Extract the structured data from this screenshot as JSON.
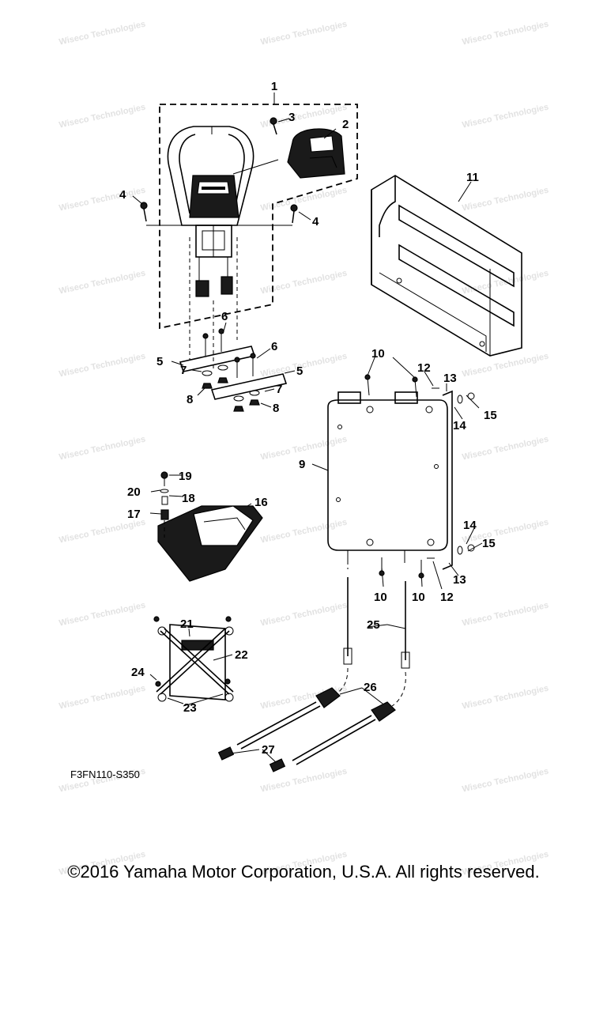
{
  "callouts": [
    {
      "id": "1",
      "label": "1"
    },
    {
      "id": "2",
      "label": "2"
    },
    {
      "id": "3",
      "label": "3"
    },
    {
      "id": "4a",
      "label": "4"
    },
    {
      "id": "4b",
      "label": "4"
    },
    {
      "id": "5a",
      "label": "5"
    },
    {
      "id": "5b",
      "label": "5"
    },
    {
      "id": "6a",
      "label": "6"
    },
    {
      "id": "6b",
      "label": "6"
    },
    {
      "id": "7a",
      "label": "7"
    },
    {
      "id": "7b",
      "label": "7"
    },
    {
      "id": "8a",
      "label": "8"
    },
    {
      "id": "8b",
      "label": "8"
    },
    {
      "id": "9",
      "label": "9"
    },
    {
      "id": "10a",
      "label": "10"
    },
    {
      "id": "10b",
      "label": "10"
    },
    {
      "id": "10c",
      "label": "10"
    },
    {
      "id": "11",
      "label": "11"
    },
    {
      "id": "12a",
      "label": "12"
    },
    {
      "id": "12b",
      "label": "12"
    },
    {
      "id": "13a",
      "label": "13"
    },
    {
      "id": "13b",
      "label": "13"
    },
    {
      "id": "14a",
      "label": "14"
    },
    {
      "id": "14b",
      "label": "14"
    },
    {
      "id": "15a",
      "label": "15"
    },
    {
      "id": "15b",
      "label": "15"
    },
    {
      "id": "16",
      "label": "16"
    },
    {
      "id": "17",
      "label": "17"
    },
    {
      "id": "18",
      "label": "18"
    },
    {
      "id": "19",
      "label": "19"
    },
    {
      "id": "20",
      "label": "20"
    },
    {
      "id": "21",
      "label": "21"
    },
    {
      "id": "22",
      "label": "22"
    },
    {
      "id": "23",
      "label": "23"
    },
    {
      "id": "24",
      "label": "24"
    },
    {
      "id": "25",
      "label": "25"
    },
    {
      "id": "26",
      "label": "26"
    },
    {
      "id": "27",
      "label": "27"
    }
  ],
  "watermark_text": "Wiseco Technologies",
  "drawing_code": "F3FN110-S350",
  "copyright": "©2016 Yamaha Motor Corporation, U.S.A. All rights reserved."
}
